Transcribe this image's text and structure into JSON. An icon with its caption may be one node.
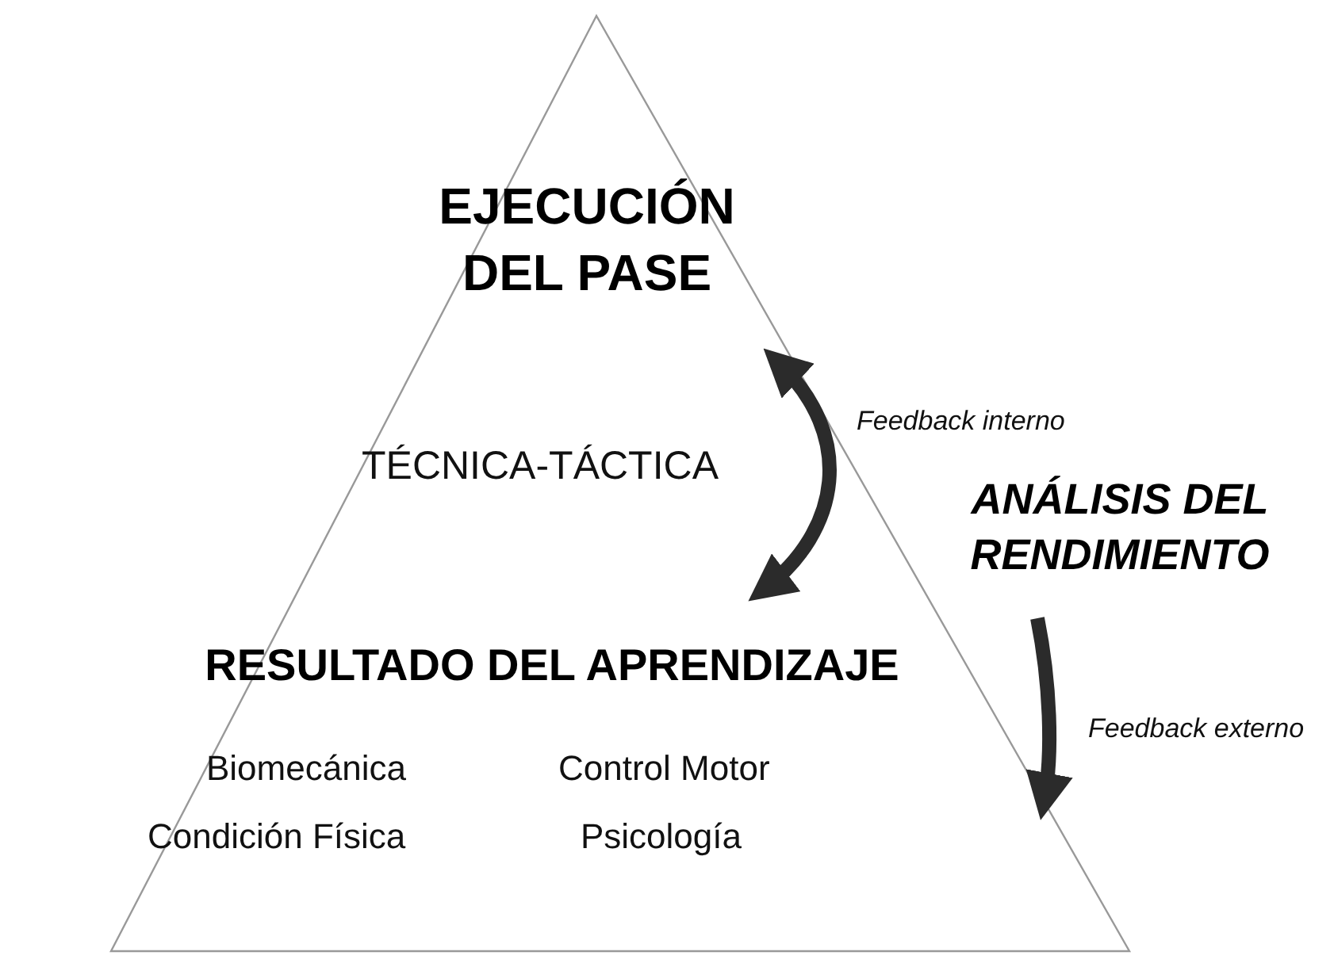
{
  "diagram": {
    "nodes": [
      {
        "text": [],
        "shape": "triangle"
      },
      {
        "text": [
          "EJECUCIÓN DEL PASE"
        ],
        "in": 0
      },
      {
        "text": [
          "RESULTADO DEL APRENDIZAJE"
        ],
        "in": 0
      },
      {
        "text": [
          "ANÁLISIS DEL RENDIMIENTO"
        ]
      }
    ],
    "edges": [
      {
        "from": 1,
        "to": 2,
        "arrow": "both",
        "label": "Feedback interno"
      },
      {
        "from": 3,
        "to": 0,
        "arrow": "to",
        "label": "Feedback externo"
      }
    ],
    "labels": [
      "TÉCNICA-TÁCTICA",
      "Biomecánica",
      "Control Motor",
      "Condición Física",
      "Psicología"
    ]
  }
}
